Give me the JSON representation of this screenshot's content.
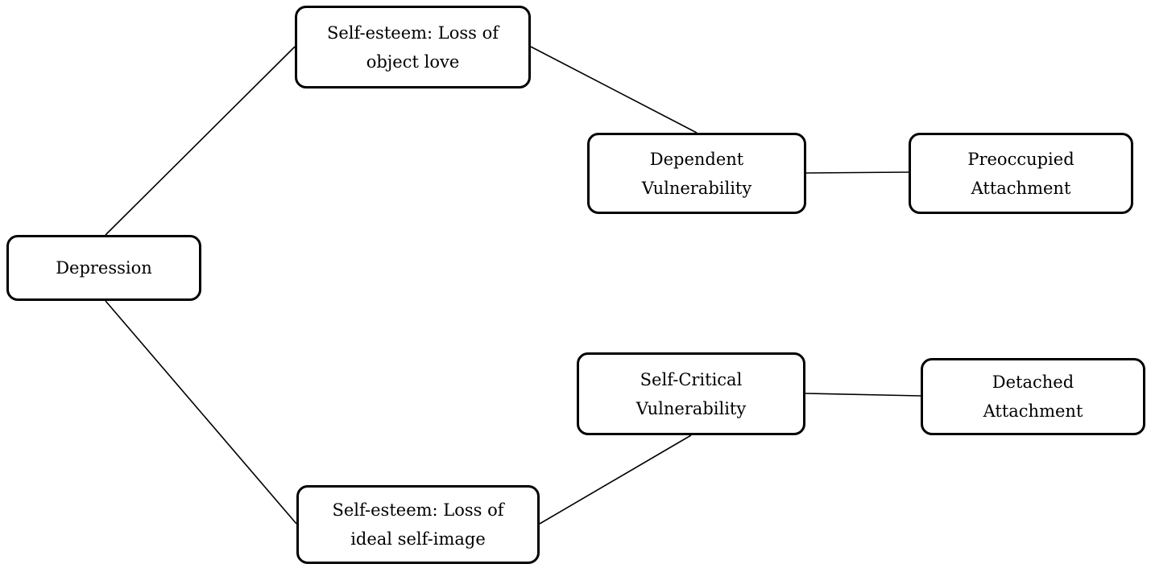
{
  "diagram": {
    "nodes": {
      "depression": "Depression",
      "loss_object_love": "Self-esteem: Loss of\nobject love",
      "dependent_vulnerability": "Dependent\nVulnerability",
      "preoccupied_attachment": "Preoccupied\nAttachment",
      "self_critical_vulnerability": "Self-Critical\nVulnerability",
      "detached_attachment": "Detached\nAttachment",
      "loss_ideal_self_image": "Self-esteem: Loss of\nideal self-image"
    },
    "edges": [
      [
        "depression",
        "loss_object_love"
      ],
      [
        "depression",
        "loss_ideal_self_image"
      ],
      [
        "loss_object_love",
        "dependent_vulnerability"
      ],
      [
        "dependent_vulnerability",
        "preoccupied_attachment"
      ],
      [
        "loss_ideal_self_image",
        "self_critical_vulnerability"
      ],
      [
        "self_critical_vulnerability",
        "detached_attachment"
      ]
    ]
  }
}
